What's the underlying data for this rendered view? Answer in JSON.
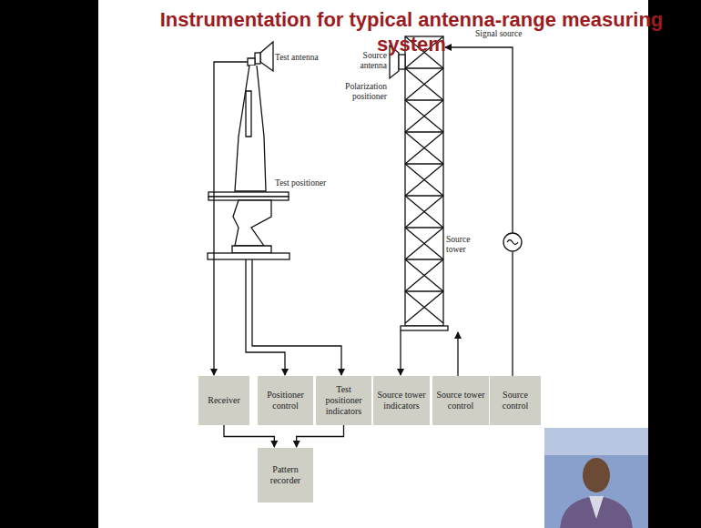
{
  "diagram": {
    "title": "Instrumentation for typical antenna-range measuring system",
    "nodes": [
      {
        "text": [
          "Receiver"
        ]
      },
      {
        "text": [
          "Positioner control"
        ]
      },
      {
        "text": [
          "Test positioner indicators"
        ]
      },
      {
        "text": [
          "Source tower indicators"
        ]
      },
      {
        "text": [
          "Source tower control"
        ]
      },
      {
        "text": [
          "Source control"
        ]
      },
      {
        "text": [
          "Pattern recorder"
        ]
      }
    ],
    "edges": [
      {
        "from": 0,
        "to": 6,
        "arrow": "to"
      },
      {
        "from": 2,
        "to": 6,
        "arrow": "to"
      }
    ],
    "labels": [
      "Test antenna",
      "Test positioner",
      "Source antenna",
      "Polarization positioner",
      "Signal source",
      "Source tower"
    ]
  }
}
